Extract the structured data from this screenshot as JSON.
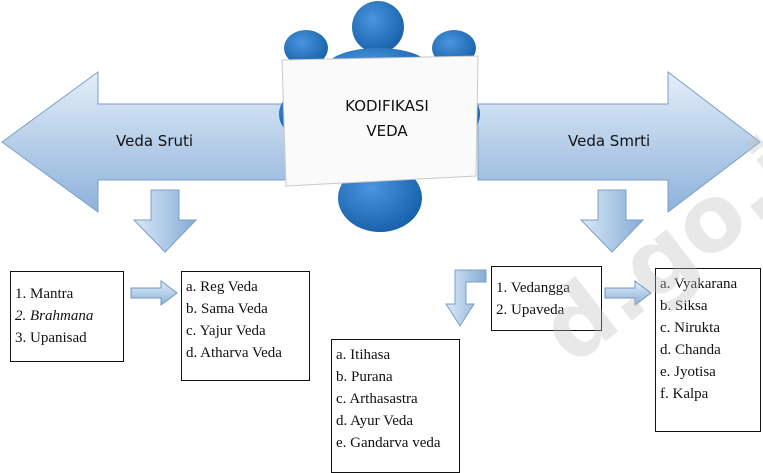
{
  "center": {
    "line1": "KODIFIKASI",
    "line2": "VEDA"
  },
  "left_arrow": {
    "label": "Veda Sruti"
  },
  "right_arrow": {
    "label": "Veda Smrti"
  },
  "sruti_main": [
    "1. Mantra",
    "2. Brahmana",
    "3. Upanisad"
  ],
  "sruti_vedas": [
    "a. Reg Veda",
    "b. Sama Veda",
    "c. Yajur Veda",
    "d. Atharva Veda"
  ],
  "smrti_main": [
    "1.  Vedangga",
    "2.  Upaveda"
  ],
  "upaveda_list": [
    "a. Itihasa",
    "b. Purana",
    "c. Arthasastra",
    "d. Ayur Veda",
    "e. Gandarva veda"
  ],
  "vedangga_list": [
    "a. Vyakarana",
    "b. Siksa",
    "c. Nirukta",
    "d. Chanda",
    "e. Jyotisa",
    "f.  Kalpa"
  ],
  "watermark": "d.go.id",
  "colors": {
    "arrow_light": "#dce9f5",
    "arrow_dark": "#8fb3d9",
    "arrow_stroke": "#6f97c4",
    "person": "#1c6fbf"
  }
}
